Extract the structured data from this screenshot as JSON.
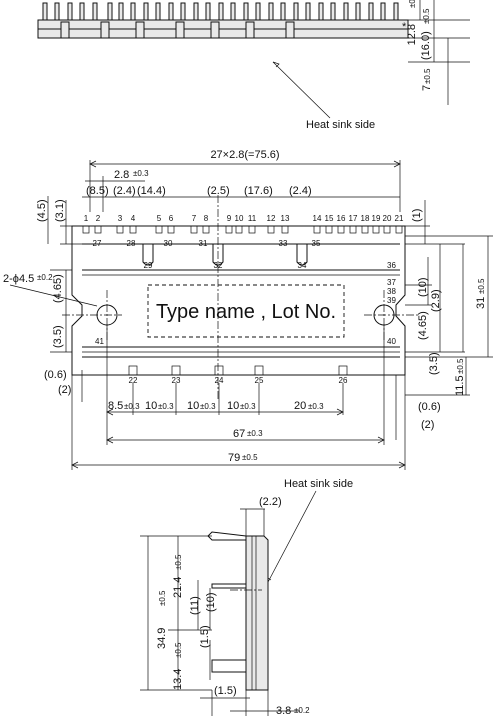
{
  "labels": {
    "heat_sink_top": "Heat sink side",
    "heat_sink_side": "Heat sink side",
    "type_name": "Type name , Lot No.",
    "asterisk": "*"
  },
  "dims_top_view": {
    "d12_8": "12.8",
    "d12_8_tol": "±0.5",
    "d16": "(16.0)",
    "d16_tol": "±0.5",
    "d7": "7",
    "d7_tol": "±0.5"
  },
  "dims_front": {
    "pitch_total": "27×2.8(=75.6)",
    "pitch": "2.8",
    "pitch_tol": "±0.3",
    "d8_5p": "(8.5)",
    "d2_4a": "(2.4)",
    "d14_4": "(14.4)",
    "d2_5": "(2.5)",
    "d17_6": "(17.6)",
    "d2_4b": "(2.4)",
    "d4_5": "(4.5)",
    "d3_1": "(3.1)",
    "d1": "(1)",
    "hole": "2-ϕ4.5",
    "hole_tol": "±0.2",
    "d4_65l": "(4.65)",
    "d3_5l": "(3.5)",
    "d0_6l": "(0.6)",
    "d2l": "(2)",
    "d10r": "(10)",
    "d2_9": "(2.9)",
    "d4_65r": "(4.65)",
    "d31": "31",
    "d31_tol": "±0.5",
    "d3_5r": "(3.5)",
    "d11_5": "11.5",
    "d11_5_tol": "±0.5",
    "d0_6r": "(0.6)",
    "d2r": "(2)",
    "b8_5": "8.5",
    "b10a": "10",
    "b10b": "10",
    "b10c": "10",
    "b20": "20",
    "b_tol": "±0.3",
    "d67": "67",
    "d67_tol": "±0.3",
    "d79": "79",
    "d79_tol": "±0.5"
  },
  "pins_top": [
    "1",
    "2",
    "3",
    "4",
    "5",
    "6",
    "7",
    "8",
    "9",
    "10",
    "11",
    "12",
    "13",
    "14",
    "15",
    "16",
    "17",
    "18",
    "19",
    "20",
    "21"
  ],
  "pins_row2": [
    "27",
    "28",
    "30",
    "31",
    "33",
    "35"
  ],
  "pins_mid": [
    "29",
    "32",
    "34"
  ],
  "pins_right": [
    "36",
    "37",
    "38",
    "39",
    "40"
  ],
  "pin_left": "41",
  "pins_bottom": [
    "22",
    "23",
    "24",
    "25",
    "26"
  ],
  "dims_side": {
    "d2_2": "(2.2)",
    "d34_9": "34.9",
    "d34_9_tol": "±0.5",
    "d21_4": "21.4",
    "d21_4_tol": "±0.5",
    "d11": "(11)",
    "d10": "(10)",
    "d13_4": "13.4",
    "d13_4_tol": "±0.5",
    "d1_5a": "(1.5)",
    "d1_5b": "(1.5)",
    "d3_8": "3.8",
    "d3_8_tol": "±0.2"
  }
}
